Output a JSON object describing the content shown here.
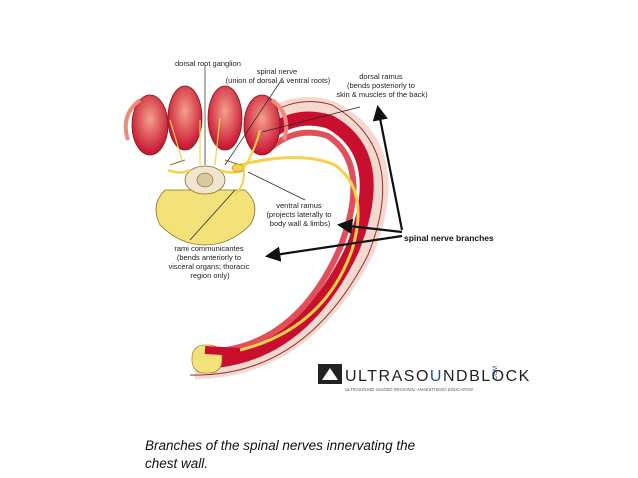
{
  "labels": {
    "dorsal_root_ganglion": "dorsal root ganglion",
    "spinal_nerve": [
      "spinal nerve",
      "(union of dorsal & ventral roots)"
    ],
    "dorsal_ramus": [
      "dorsal ramus",
      "(bends posteriorly to",
      "skin & muscles of the back)"
    ],
    "ventral_ramus": [
      "ventral ramus",
      "(projects laterally to",
      "body wall & limbs)"
    ],
    "rami_communicantes": [
      "rami communicantes",
      "(bends anteriorly to",
      "visceral organs; thoracic",
      "region only)"
    ],
    "spinal_nerve_branches": "spinal nerve branches"
  },
  "logo": {
    "brand_left": "ULTRASO",
    "brand_mid": "U",
    "brand_right": "NDBLOCK",
    "brand_suffix": "COM",
    "tagline": "ULTRASOUND-GUIDED  REGIONAL  ANAESTHESIA  EDUCATION"
  },
  "caption": [
    "Branches of the spinal nerves innervating the",
    "chest wall."
  ],
  "colors": {
    "muscle": "#c8102e",
    "muscle_light": "#f08a7a",
    "bone": "#f3e27a",
    "nerve": "#f5d24a",
    "pointer": "#111111",
    "accent_blue": "#1e4fa0"
  }
}
